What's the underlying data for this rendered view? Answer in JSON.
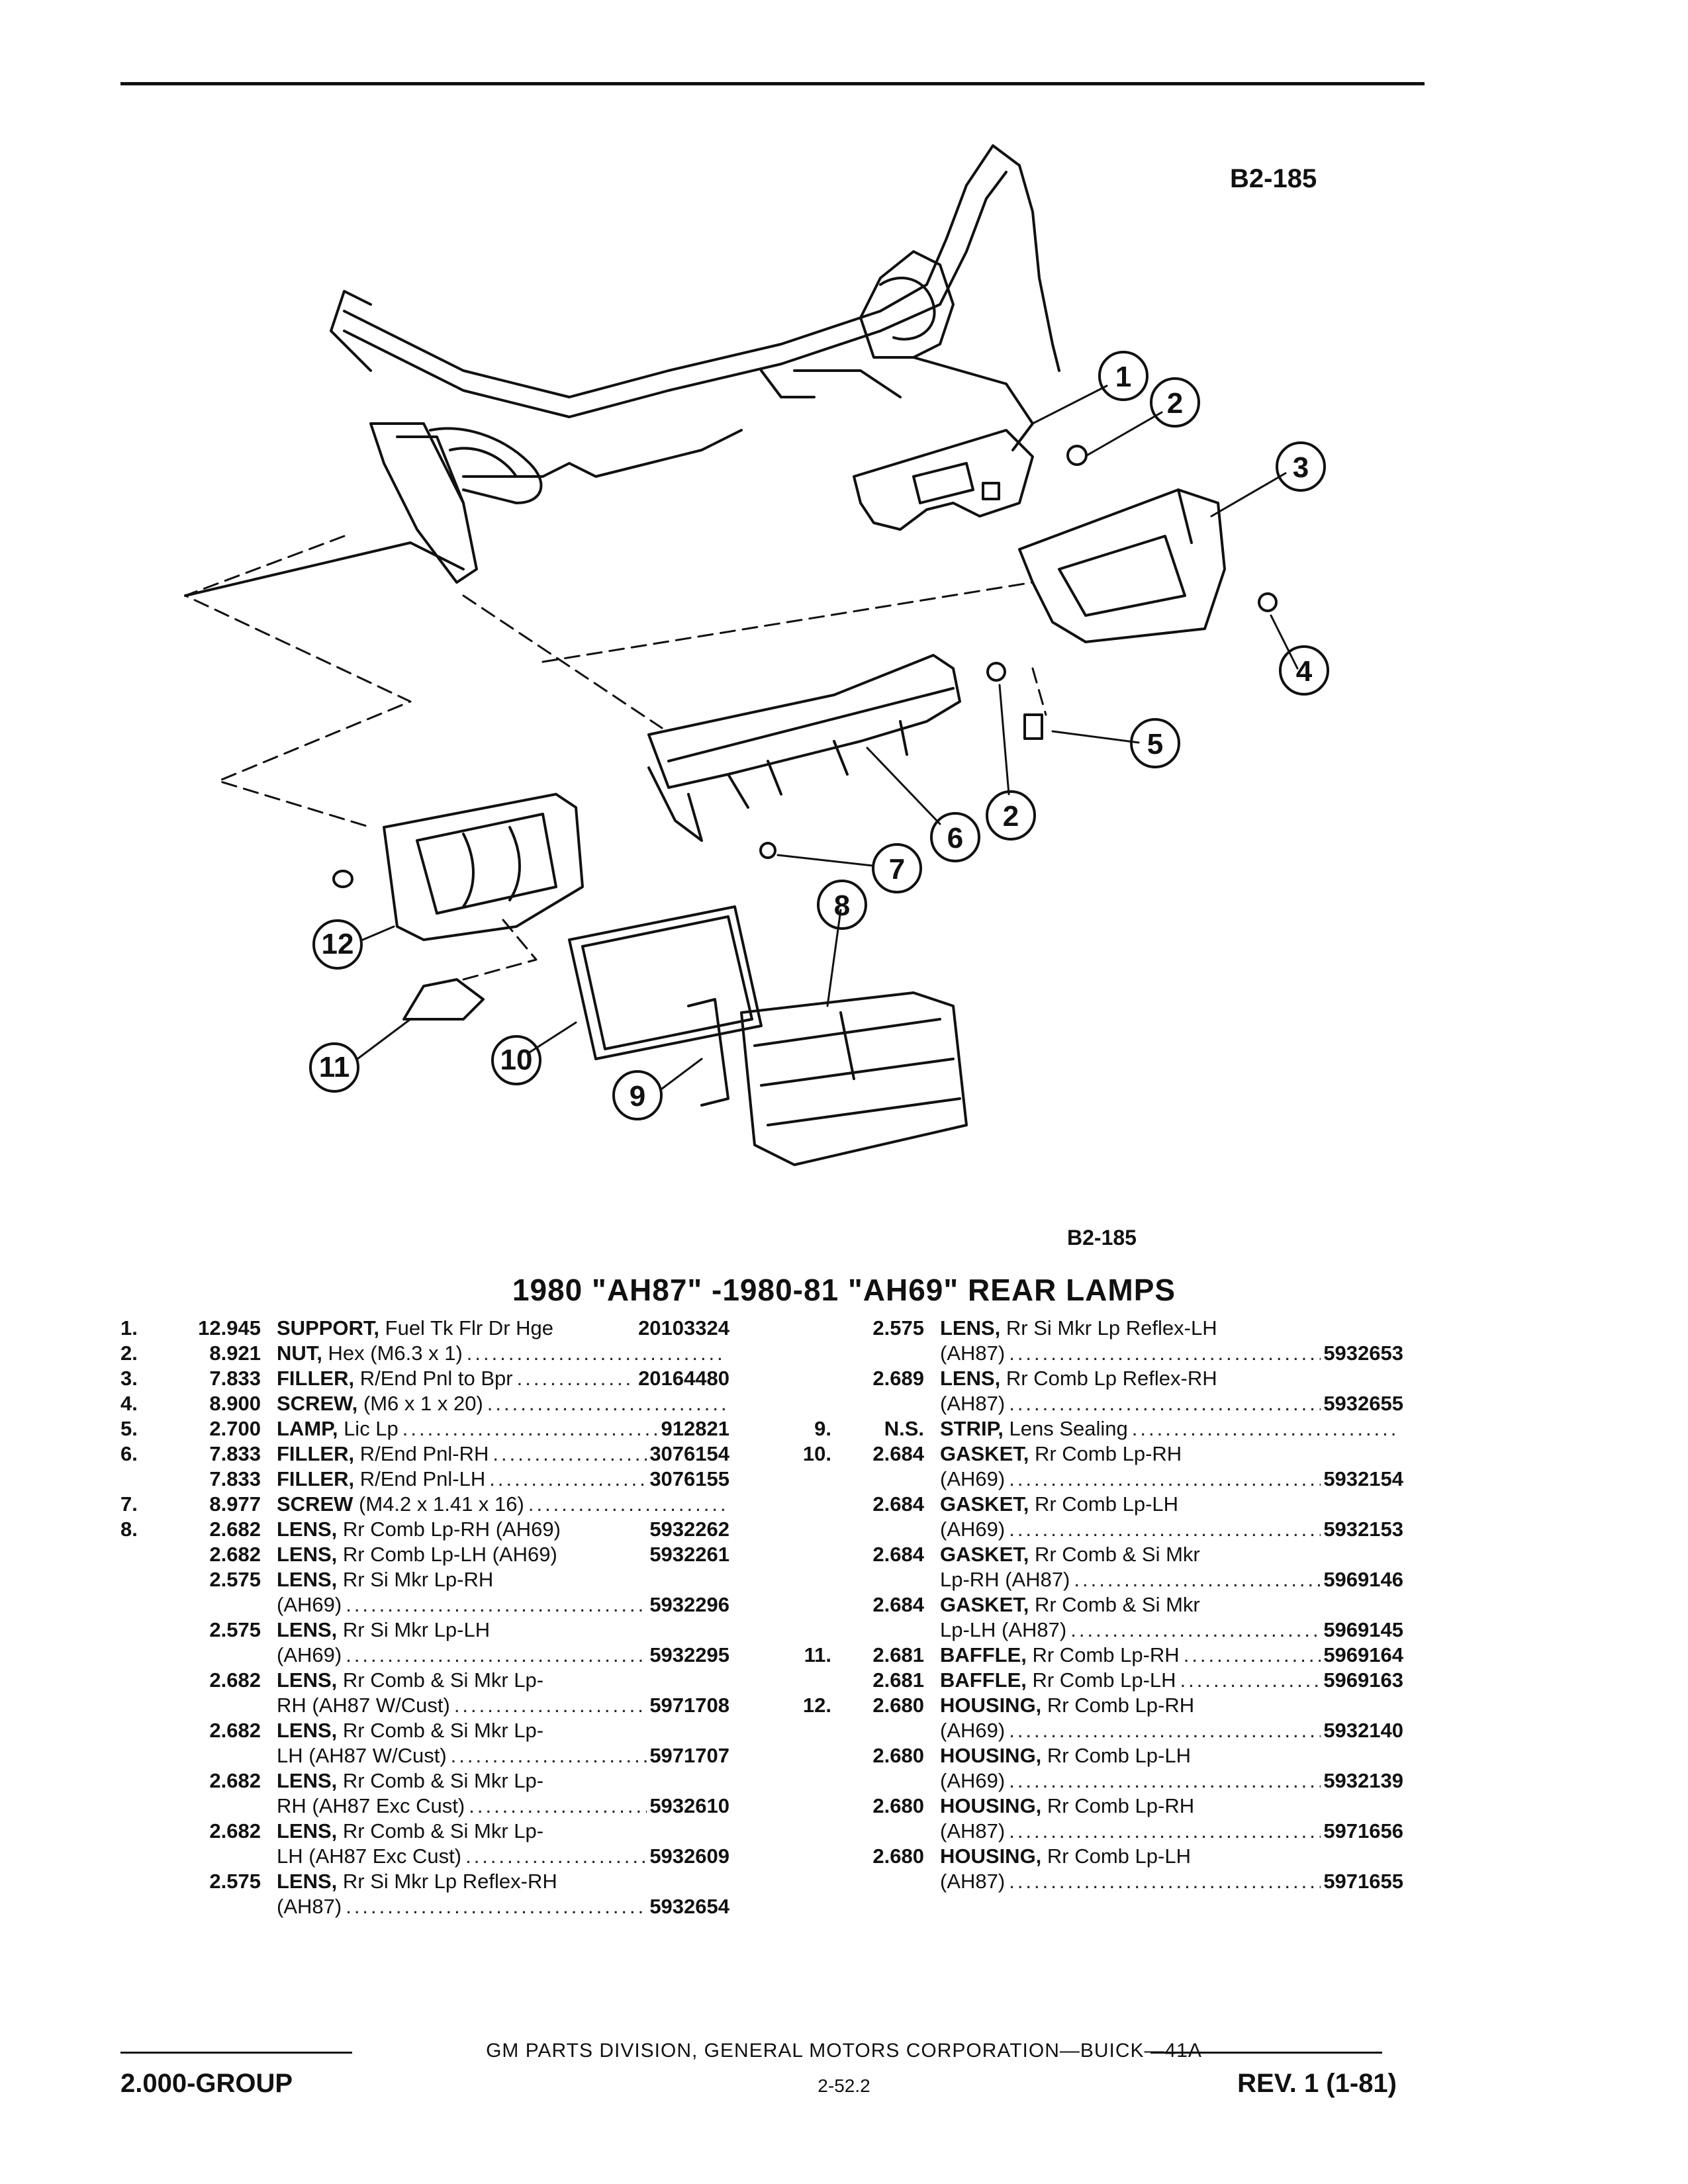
{
  "figure_code": "B2-185",
  "title": "1980 \"AH87\" -1980-81 \"AH69\" REAR LAMPS",
  "callouts": [
    "1",
    "2",
    "3",
    "4",
    "5",
    "2",
    "6",
    "7",
    "8",
    "12",
    "11",
    "10",
    "9"
  ],
  "left_rows": [
    {
      "num": "1.",
      "code": "12.945",
      "name": "SUPPORT,",
      "desc": " Fuel Tk Flr Dr Hge",
      "pn": "20103324",
      "dots": false
    },
    {
      "num": "2.",
      "code": "8.921",
      "name": "NUT,",
      "desc": " Hex (M6.3 x 1)",
      "pn": "",
      "dots": true
    },
    {
      "num": "3.",
      "code": "7.833",
      "name": "FILLER,",
      "desc": " R/End Pnl to Bpr",
      "pn": "20164480",
      "dots": true
    },
    {
      "num": "4.",
      "code": "8.900",
      "name": "SCREW,",
      "desc": " (M6 x 1 x 20)",
      "pn": "",
      "dots": true
    },
    {
      "num": "5.",
      "code": "2.700",
      "name": "LAMP,",
      "desc": " Lic Lp",
      "pn": "912821",
      "dots": true
    },
    {
      "num": "6.",
      "code": "7.833",
      "name": "FILLER,",
      "desc": " R/End Pnl-RH",
      "pn": "3076154",
      "dots": true
    },
    {
      "num": "",
      "code": "7.833",
      "name": "FILLER,",
      "desc": " R/End Pnl-LH",
      "pn": "3076155",
      "dots": true
    },
    {
      "num": "7.",
      "code": "8.977",
      "name": "SCREW",
      "desc": " (M4.2 x 1.41 x 16)",
      "pn": "",
      "dots": true
    },
    {
      "num": "8.",
      "code": "2.682",
      "name": "LENS,",
      "desc": " Rr Comb Lp-RH (AH69)",
      "pn": "5932262",
      "dots": false
    },
    {
      "num": "",
      "code": "2.682",
      "name": "LENS,",
      "desc": " Rr Comb Lp-LH (AH69)",
      "pn": "5932261",
      "dots": false
    },
    {
      "num": "",
      "code": "2.575",
      "name": "LENS,",
      "desc": " Rr Si Mkr Lp-RH",
      "pn": "",
      "dots": false
    },
    {
      "num": "",
      "code": "",
      "name": "",
      "desc": "(AH69)",
      "pn": "5932296",
      "dots": true
    },
    {
      "num": "",
      "code": "2.575",
      "name": "LENS,",
      "desc": " Rr Si Mkr Lp-LH",
      "pn": "",
      "dots": false
    },
    {
      "num": "",
      "code": "",
      "name": "",
      "desc": "(AH69)",
      "pn": "5932295",
      "dots": true
    },
    {
      "num": "",
      "code": "2.682",
      "name": "LENS,",
      "desc": " Rr Comb & Si Mkr Lp-",
      "pn": "",
      "dots": false
    },
    {
      "num": "",
      "code": "",
      "name": "",
      "desc": "RH (AH87 W/Cust)",
      "pn": "5971708",
      "dots": true
    },
    {
      "num": "",
      "code": "2.682",
      "name": "LENS,",
      "desc": " Rr Comb & Si Mkr Lp-",
      "pn": "",
      "dots": false
    },
    {
      "num": "",
      "code": "",
      "name": "",
      "desc": "LH (AH87 W/Cust)",
      "pn": "5971707",
      "dots": true
    },
    {
      "num": "",
      "code": "2.682",
      "name": "LENS,",
      "desc": " Rr Comb & Si Mkr Lp-",
      "pn": "",
      "dots": false
    },
    {
      "num": "",
      "code": "",
      "name": "",
      "desc": "RH (AH87 Exc Cust)",
      "pn": "5932610",
      "dots": true
    },
    {
      "num": "",
      "code": "2.682",
      "name": "LENS,",
      "desc": " Rr Comb & Si Mkr Lp-",
      "pn": "",
      "dots": false
    },
    {
      "num": "",
      "code": "",
      "name": "",
      "desc": "LH (AH87 Exc Cust)",
      "pn": "5932609",
      "dots": true
    },
    {
      "num": "",
      "code": "2.575",
      "name": "LENS,",
      "desc": " Rr Si Mkr Lp Reflex-RH",
      "pn": "",
      "dots": false
    },
    {
      "num": "",
      "code": "",
      "name": "",
      "desc": "(AH87)",
      "pn": "5932654",
      "dots": true
    }
  ],
  "right_rows": [
    {
      "num": "",
      "code": "2.575",
      "name": "LENS,",
      "desc": " Rr Si Mkr Lp Reflex-LH",
      "pn": "",
      "dots": false
    },
    {
      "num": "",
      "code": "",
      "name": "",
      "desc": "(AH87)",
      "pn": "5932653",
      "dots": true
    },
    {
      "num": "",
      "code": "2.689",
      "name": "LENS,",
      "desc": " Rr Comb Lp Reflex-RH",
      "pn": "",
      "dots": false
    },
    {
      "num": "",
      "code": "",
      "name": "",
      "desc": "(AH87)",
      "pn": "5932655",
      "dots": true
    },
    {
      "num": "9.",
      "code": "N.S.",
      "name": "STRIP,",
      "desc": " Lens Sealing",
      "pn": "",
      "dots": true
    },
    {
      "num": "10.",
      "code": "2.684",
      "name": "GASKET,",
      "desc": " Rr Comb Lp-RH",
      "pn": "",
      "dots": false
    },
    {
      "num": "",
      "code": "",
      "name": "",
      "desc": "(AH69)",
      "pn": "5932154",
      "dots": true
    },
    {
      "num": "",
      "code": "2.684",
      "name": "GASKET,",
      "desc": " Rr Comb Lp-LH",
      "pn": "",
      "dots": false
    },
    {
      "num": "",
      "code": "",
      "name": "",
      "desc": "(AH69)",
      "pn": "5932153",
      "dots": true
    },
    {
      "num": "",
      "code": "2.684",
      "name": "GASKET,",
      "desc": " Rr Comb & Si Mkr",
      "pn": "",
      "dots": false
    },
    {
      "num": "",
      "code": "",
      "name": "",
      "desc": "Lp-RH (AH87)",
      "pn": "5969146",
      "dots": true
    },
    {
      "num": "",
      "code": "2.684",
      "name": "GASKET,",
      "desc": " Rr Comb & Si Mkr",
      "pn": "",
      "dots": false
    },
    {
      "num": "",
      "code": "",
      "name": "",
      "desc": "Lp-LH (AH87)",
      "pn": "5969145",
      "dots": true
    },
    {
      "num": "11.",
      "code": "2.681",
      "name": "BAFFLE,",
      "desc": " Rr Comb Lp-RH",
      "pn": "5969164",
      "dots": true
    },
    {
      "num": "",
      "code": "2.681",
      "name": "BAFFLE,",
      "desc": " Rr Comb Lp-LH",
      "pn": "5969163",
      "dots": true
    },
    {
      "num": "12.",
      "code": "2.680",
      "name": "HOUSING,",
      "desc": " Rr Comb Lp-RH",
      "pn": "",
      "dots": false
    },
    {
      "num": "",
      "code": "",
      "name": "",
      "desc": "(AH69)",
      "pn": "5932140",
      "dots": true
    },
    {
      "num": "",
      "code": "2.680",
      "name": "HOUSING,",
      "desc": " Rr Comb Lp-LH",
      "pn": "",
      "dots": false
    },
    {
      "num": "",
      "code": "",
      "name": "",
      "desc": "(AH69)",
      "pn": "5932139",
      "dots": true
    },
    {
      "num": "",
      "code": "2.680",
      "name": "HOUSING,",
      "desc": " Rr Comb Lp-RH",
      "pn": "",
      "dots": false
    },
    {
      "num": "",
      "code": "",
      "name": "",
      "desc": "(AH87)",
      "pn": "5971656",
      "dots": true
    },
    {
      "num": "",
      "code": "2.680",
      "name": "HOUSING,",
      "desc": " Rr Comb Lp-LH",
      "pn": "",
      "dots": false
    },
    {
      "num": "",
      "code": "",
      "name": "",
      "desc": "(AH87)",
      "pn": "5971655",
      "dots": true
    }
  ],
  "footer": {
    "line": "GM PARTS DIVISION, GENERAL MOTORS CORPORATION—BUICK—41A",
    "group": "2.000-GROUP",
    "page": "2-52.2",
    "rev": "REV. 1 (1-81)"
  }
}
